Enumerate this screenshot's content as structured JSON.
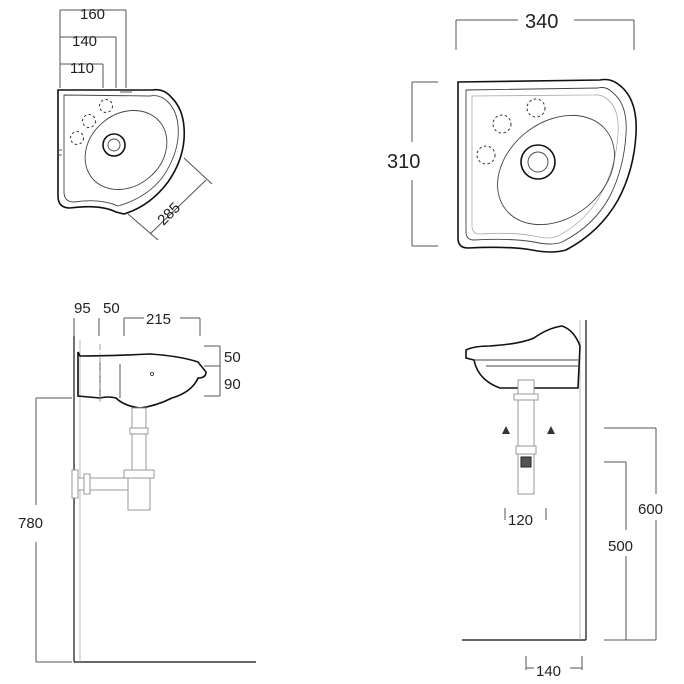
{
  "top_view_small": {
    "dim_overall_width": "160",
    "dim_hole_2": "140",
    "dim_hole_1": "110",
    "dim_diagonal": "285"
  },
  "top_view_large": {
    "dim_width": "340",
    "dim_depth": "310"
  },
  "side_view": {
    "dim_wall_offset": "95",
    "dim_drain_offset": "50",
    "dim_bowl_depth": "215",
    "dim_rim_height": "50",
    "dim_bowl_height": "90",
    "dim_floor_height": "780"
  },
  "front_view": {
    "dim_valve_spacing": "120",
    "dim_valve_height": "600",
    "dim_drain_height": "500",
    "dim_wall_offset": "140"
  }
}
